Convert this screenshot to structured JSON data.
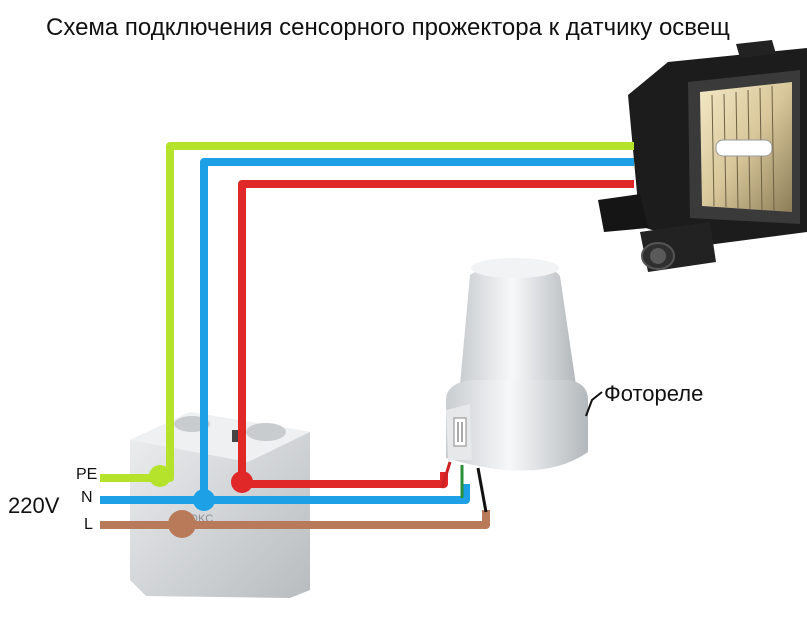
{
  "title": "Схема подключения сенсорного прожектора к датчику освещ",
  "labels": {
    "pe": "PE",
    "n": "N",
    "l": "L",
    "voltage": "220V",
    "photorelay": "Фотореле",
    "box_brand": "DKC"
  },
  "colors": {
    "pe_wire": "#b5e32b",
    "n_wire": "#1ea0e6",
    "l_wire": "#e02828",
    "brown_wire": "#b97a5a",
    "box_body": "#d9dcde",
    "sensor_body": "#eef0f1",
    "floodlight_body": "#1a1a1a"
  },
  "icons": [
    "floodlight-icon",
    "motion-sensor-icon",
    "photo-relay-icon",
    "junction-box-icon"
  ]
}
